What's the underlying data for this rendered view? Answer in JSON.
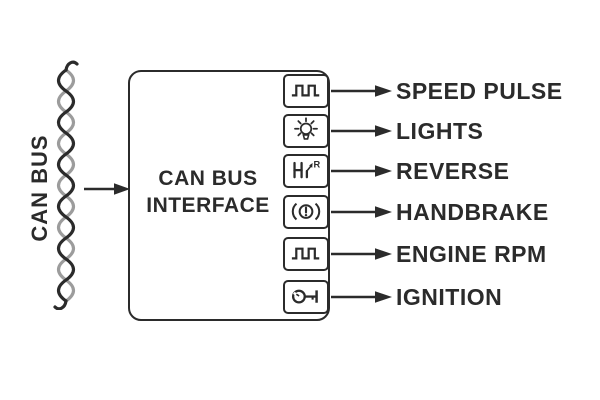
{
  "diagram": {
    "title_hint": "CAN bus interface block diagram",
    "bus_label": "CAN BUS",
    "interface_box": {
      "label_line1": "CAN BUS",
      "label_line2": "INTERFACE"
    },
    "reverse_icon_letter": "R",
    "outputs": [
      {
        "label": "SPEED PULSE",
        "icon": "pulse-wave-icon"
      },
      {
        "label": "LIGHTS",
        "icon": "light-bulb-icon"
      },
      {
        "label": "REVERSE",
        "icon": "gear-reverse-icon"
      },
      {
        "label": "HANDBRAKE",
        "icon": "brake-warning-icon"
      },
      {
        "label": "ENGINE RPM",
        "icon": "pulse-wave-icon"
      },
      {
        "label": "IGNITION",
        "icon": "ignition-key-icon"
      }
    ],
    "colors": {
      "line": "#2b2b2b",
      "wire_secondary": "#9c9c9c",
      "background": "#ffffff"
    }
  }
}
